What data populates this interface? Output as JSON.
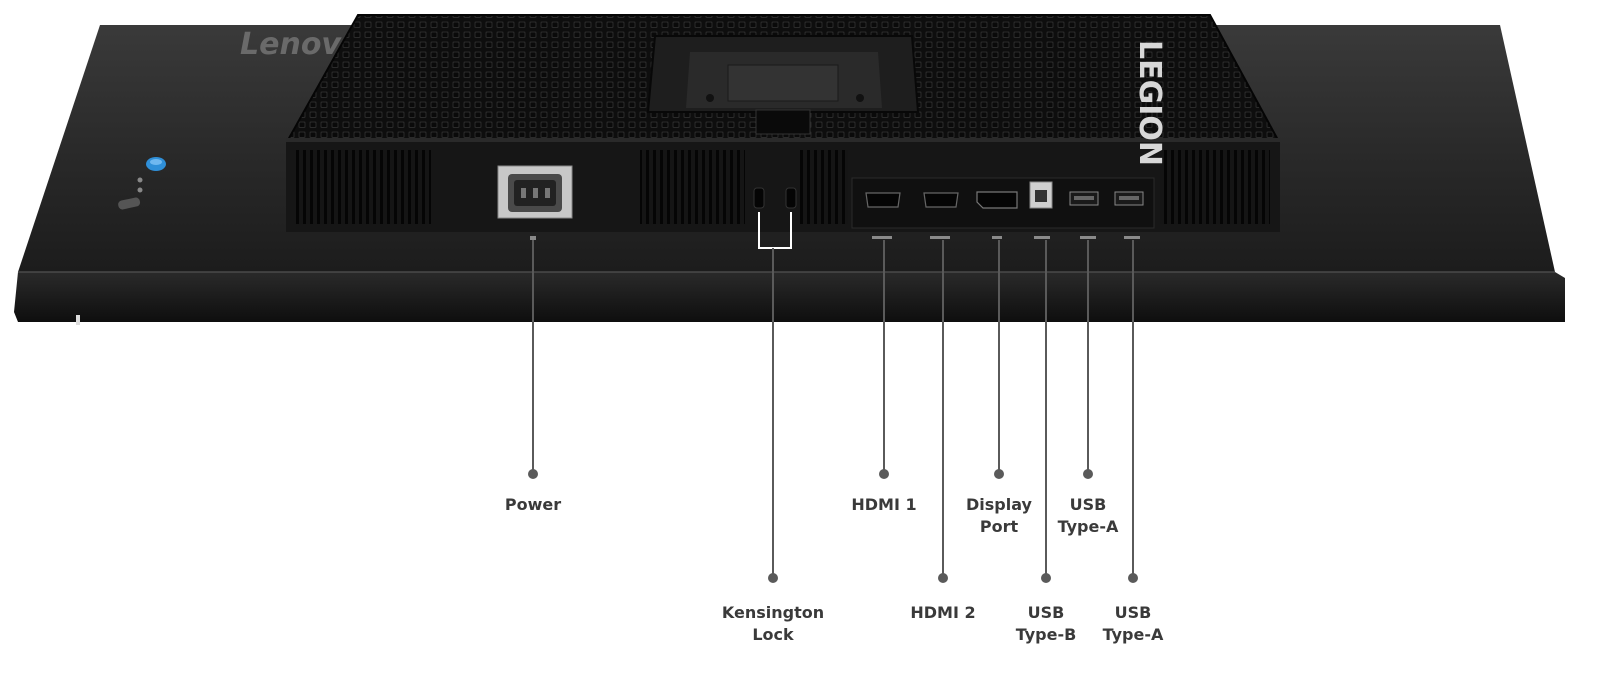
{
  "brand": {
    "lenovo_logo": "Lenovo",
    "legion_logo": "LEGION"
  },
  "colors": {
    "background": "#ffffff",
    "monitor_body": "#1d1d1d",
    "back_cover": "#121212",
    "connector_line": "#5a5a5a",
    "label_text": "#3a3a3a",
    "power_button_accent": "#2f8fd8"
  },
  "ports": [
    {
      "id": "power",
      "label": [
        "Power"
      ]
    },
    {
      "id": "kensington",
      "label": [
        "Kensington",
        "Lock"
      ]
    },
    {
      "id": "hdmi1",
      "label": [
        "HDMI 1"
      ]
    },
    {
      "id": "hdmi2",
      "label": [
        "HDMI 2"
      ]
    },
    {
      "id": "displayport",
      "label": [
        "Display",
        "Port"
      ]
    },
    {
      "id": "usb-b",
      "label": [
        "USB",
        "Type-B"
      ]
    },
    {
      "id": "usb-a1",
      "label": [
        "USB",
        "Type-A"
      ]
    },
    {
      "id": "usb-a2",
      "label": [
        "USB",
        "Type-A"
      ]
    }
  ]
}
